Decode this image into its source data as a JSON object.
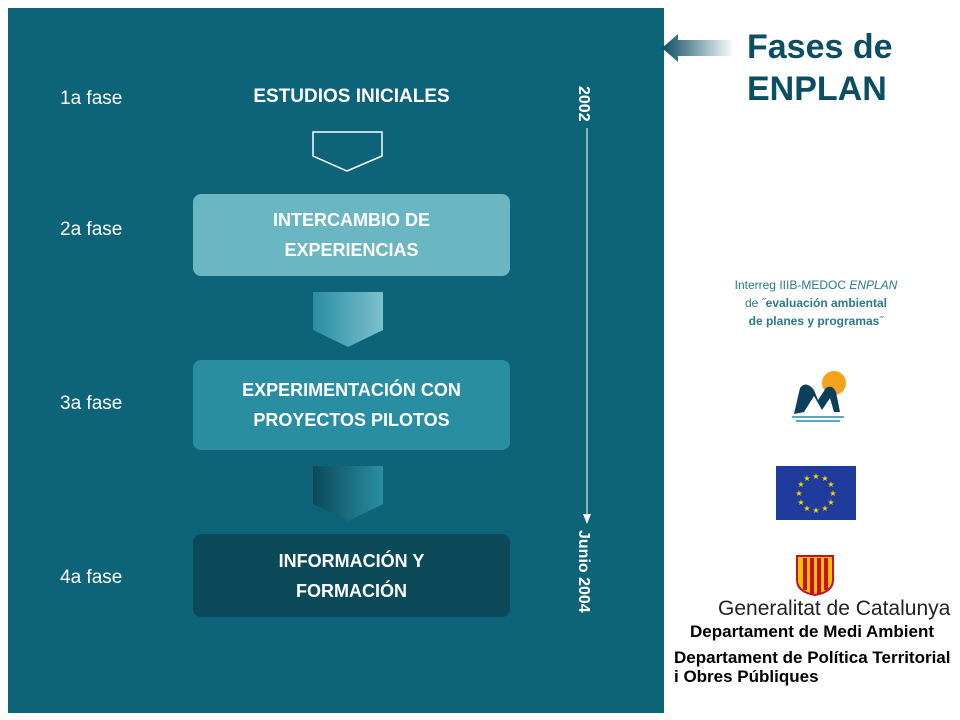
{
  "slide": {
    "title_line1": "Fases de",
    "title_line2": "ENPLAN"
  },
  "phases": [
    {
      "label": "1a fase",
      "name_line1": "ESTUDIOS INICIALES",
      "name_line2": ""
    },
    {
      "label": "2a fase",
      "name_line1": "INTERCAMBIO DE",
      "name_line2": "EXPERIENCIAS"
    },
    {
      "label": "3a fase",
      "name_line1": "EXPERIMENTACIÓN CON",
      "name_line2": "PROYECTOS PILOTOS"
    },
    {
      "label": "4a fase",
      "name_line1": "INFORMACIÓN Y",
      "name_line2": "FORMACIÓN"
    }
  ],
  "timeline": {
    "start": "2002",
    "end": "Junio 2004"
  },
  "interreg": {
    "line1_prefix": "Interreg IIIB-MEDOC ",
    "line1_italic": "ENPLAN",
    "line2_prefix": "de ˝",
    "line2_bold": "evaluación ambiental",
    "line3": "de planes y programas",
    "line3_suffix": "˝"
  },
  "generalitat": {
    "name": "Generalitat de Catalunya",
    "dept1": "Departament de Medi Ambient",
    "dept2_line1": "Departament de Política Territorial",
    "dept2_line2": "i Obres Públiques"
  },
  "colors": {
    "panel": "#0d6478",
    "box2": "#6bb6c3",
    "box3": "#2a8ea3",
    "box4": "#0c4a5a",
    "heading": "#0b4d63"
  }
}
